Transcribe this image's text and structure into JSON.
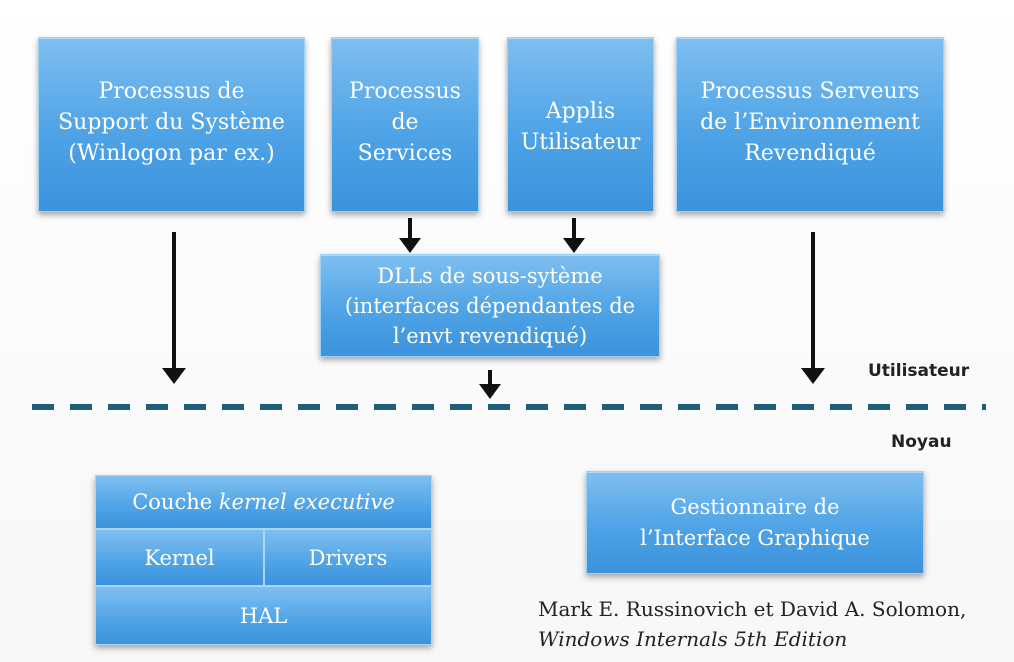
{
  "boxes": {
    "support": "Processus de\nSupport du Système\n(Winlogon par ex.)",
    "services": "Processus\nde\nServices",
    "applis": "Applis\nUtilisateur",
    "serveurs": "Processus Serveurs\nde l’Environnement\nRevendiqué",
    "dlls": "DLLs  de sous-sytème\n(interfaces dépendantes de\nl’envt  revendiqué)",
    "gui": "Gestionnaire de\nl’Interface Graphique"
  },
  "kernel_stack": {
    "executive_prefix": "Couche ",
    "executive_italic": "kernel executive",
    "kernel": "Kernel",
    "drivers": "Drivers",
    "hal": "HAL"
  },
  "mode_labels": {
    "user": "Utilisateur",
    "kernel": "Noyau"
  },
  "reference": {
    "authors": "Mark E. Russinovich et David A. Solomon,",
    "book": "Windows Internals 5th Edition"
  },
  "colors": {
    "box_blue": "#4fa3e6",
    "divider_dash": "#1f5f7a",
    "divider_glow": "#8ff0d0"
  }
}
